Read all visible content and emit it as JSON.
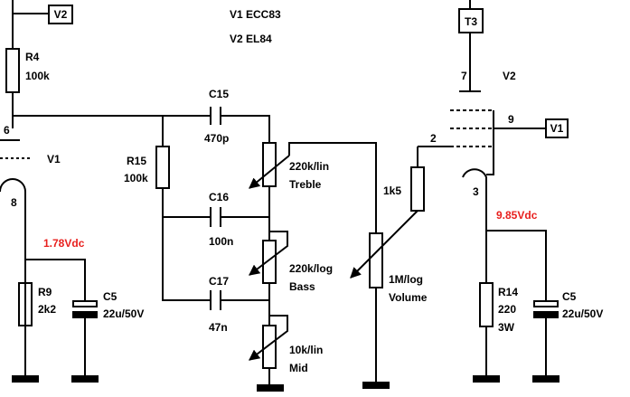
{
  "colors": {
    "wire": "#000000",
    "voltage": "#e8201e",
    "background": "#ffffff"
  },
  "header": {
    "tube_v1": "V1 ECC83",
    "tube_v2": "V2 EL84"
  },
  "supply": {
    "v2_top": "V2",
    "t3": "T3"
  },
  "tubes": {
    "v1": {
      "label": "V1",
      "pin_anode": "6",
      "pin_cathode": "8"
    },
    "v2": {
      "label": "V2",
      "pin_anode": "7",
      "pin_g1": "2",
      "pin_g2": "9",
      "pin_cathode": "3",
      "g2_supply": "V1"
    }
  },
  "components": {
    "r4": {
      "ref": "R4",
      "value": "100k"
    },
    "r15": {
      "ref": "R15",
      "value": "100k"
    },
    "c15": {
      "ref": "C15",
      "value": "470p"
    },
    "c16": {
      "ref": "C16",
      "value": "100n"
    },
    "c17": {
      "ref": "C17",
      "value": "47n"
    },
    "treble": {
      "value": "220k/lin",
      "name": "Treble"
    },
    "bass": {
      "value": "220k/log",
      "name": "Bass"
    },
    "mid": {
      "value": "10k/lin",
      "name": "Mid"
    },
    "volume": {
      "value": "1M/log",
      "name": "Volume"
    },
    "r_grid": {
      "value": "1k5"
    },
    "r9": {
      "ref": "R9",
      "value": "2k2"
    },
    "c5_left": {
      "ref": "C5",
      "value": "22u/50V"
    },
    "r14": {
      "ref": "R14",
      "value": "220",
      "power": "3W"
    },
    "c5_right": {
      "ref": "C5",
      "value": "22u/50V"
    }
  },
  "voltages": {
    "v1_cathode": "1.78Vdc",
    "v2_cathode": "9.85Vdc"
  }
}
